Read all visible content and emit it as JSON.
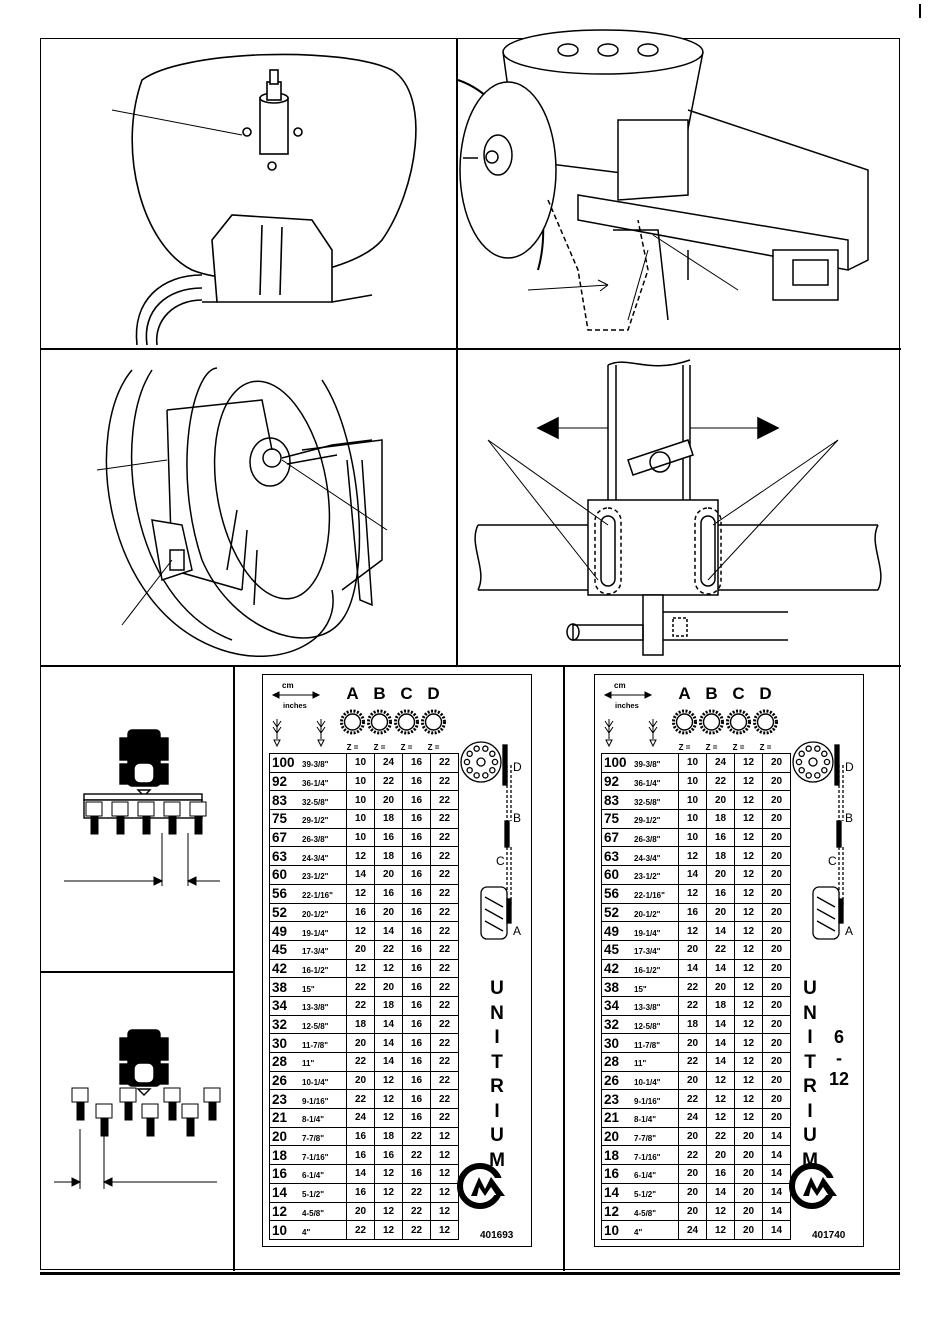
{
  "charts": [
    {
      "unit_cm": "cm",
      "unit_inches": "inches",
      "columns": [
        "A",
        "B",
        "C",
        "D"
      ],
      "z_label": "Z =",
      "rows": [
        [
          "100",
          "39-3/8\"",
          "10",
          "24",
          "16",
          "22"
        ],
        [
          "92",
          "36-1/4\"",
          "10",
          "22",
          "16",
          "22"
        ],
        [
          "83",
          "32-5/8\"",
          "10",
          "20",
          "16",
          "22"
        ],
        [
          "75",
          "29-1/2\"",
          "10",
          "18",
          "16",
          "22"
        ],
        [
          "67",
          "26-3/8\"",
          "10",
          "16",
          "16",
          "22"
        ],
        [
          "63",
          "24-3/4\"",
          "12",
          "18",
          "16",
          "22"
        ],
        [
          "60",
          "23-1/2\"",
          "14",
          "20",
          "16",
          "22"
        ],
        [
          "56",
          "22-1/16\"",
          "12",
          "16",
          "16",
          "22"
        ],
        [
          "52",
          "20-1/2\"",
          "16",
          "20",
          "16",
          "22"
        ],
        [
          "49",
          "19-1/4\"",
          "12",
          "14",
          "16",
          "22"
        ],
        [
          "45",
          "17-3/4\"",
          "20",
          "22",
          "16",
          "22"
        ],
        [
          "42",
          "16-1/2\"",
          "12",
          "12",
          "16",
          "22"
        ],
        [
          "38",
          "15\"",
          "22",
          "20",
          "16",
          "22"
        ],
        [
          "34",
          "13-3/8\"",
          "22",
          "18",
          "16",
          "22"
        ],
        [
          "32",
          "12-5/8\"",
          "18",
          "14",
          "16",
          "22"
        ],
        [
          "30",
          "11-7/8\"",
          "20",
          "14",
          "16",
          "22"
        ],
        [
          "28",
          "11\"",
          "22",
          "14",
          "16",
          "22"
        ],
        [
          "26",
          "10-1/4\"",
          "20",
          "12",
          "16",
          "22"
        ],
        [
          "23",
          "9-1/16\"",
          "22",
          "12",
          "16",
          "22"
        ],
        [
          "21",
          "8-1/4\"",
          "24",
          "12",
          "16",
          "22"
        ],
        [
          "20",
          "7-7/8\"",
          "16",
          "18",
          "22",
          "12"
        ],
        [
          "18",
          "7-1/16\"",
          "16",
          "16",
          "22",
          "12"
        ],
        [
          "16",
          "6-1/4\"",
          "14",
          "12",
          "16",
          "12"
        ],
        [
          "14",
          "5-1/2\"",
          "16",
          "12",
          "22",
          "12"
        ],
        [
          "12",
          "4-5/8\"",
          "20",
          "12",
          "22",
          "12"
        ],
        [
          "10",
          "4\"",
          "22",
          "12",
          "22",
          "12"
        ]
      ],
      "sprocket_labels": [
        "D",
        "B",
        "C",
        "A"
      ],
      "brand_letters": [
        "U",
        "N",
        "I",
        "T",
        "R",
        "I",
        "U",
        "M"
      ],
      "model": [],
      "code": "401693"
    },
    {
      "unit_cm": "cm",
      "unit_inches": "inches",
      "columns": [
        "A",
        "B",
        "C",
        "D"
      ],
      "z_label": "Z =",
      "rows": [
        [
          "100",
          "39-3/8\"",
          "10",
          "24",
          "12",
          "20"
        ],
        [
          "92",
          "36-1/4\"",
          "10",
          "22",
          "12",
          "20"
        ],
        [
          "83",
          "32-5/8\"",
          "10",
          "20",
          "12",
          "20"
        ],
        [
          "75",
          "29-1/2\"",
          "10",
          "18",
          "12",
          "20"
        ],
        [
          "67",
          "26-3/8\"",
          "10",
          "16",
          "12",
          "20"
        ],
        [
          "63",
          "24-3/4\"",
          "12",
          "18",
          "12",
          "20"
        ],
        [
          "60",
          "23-1/2\"",
          "14",
          "20",
          "12",
          "20"
        ],
        [
          "56",
          "22-1/16\"",
          "12",
          "16",
          "12",
          "20"
        ],
        [
          "52",
          "20-1/2\"",
          "16",
          "20",
          "12",
          "20"
        ],
        [
          "49",
          "19-1/4\"",
          "12",
          "14",
          "12",
          "20"
        ],
        [
          "45",
          "17-3/4\"",
          "20",
          "22",
          "12",
          "20"
        ],
        [
          "42",
          "16-1/2\"",
          "14",
          "14",
          "12",
          "20"
        ],
        [
          "38",
          "15\"",
          "22",
          "20",
          "12",
          "20"
        ],
        [
          "34",
          "13-3/8\"",
          "22",
          "18",
          "12",
          "20"
        ],
        [
          "32",
          "12-5/8\"",
          "18",
          "14",
          "12",
          "20"
        ],
        [
          "30",
          "11-7/8\"",
          "20",
          "14",
          "12",
          "20"
        ],
        [
          "28",
          "11\"",
          "22",
          "14",
          "12",
          "20"
        ],
        [
          "26",
          "10-1/4\"",
          "20",
          "12",
          "12",
          "20"
        ],
        [
          "23",
          "9-1/16\"",
          "22",
          "12",
          "12",
          "20"
        ],
        [
          "21",
          "8-1/4\"",
          "24",
          "12",
          "12",
          "20"
        ],
        [
          "20",
          "7-7/8\"",
          "20",
          "22",
          "20",
          "14"
        ],
        [
          "18",
          "7-1/16\"",
          "22",
          "20",
          "20",
          "14"
        ],
        [
          "16",
          "6-1/4\"",
          "20",
          "16",
          "20",
          "14"
        ],
        [
          "14",
          "5-1/2\"",
          "20",
          "14",
          "20",
          "14"
        ],
        [
          "12",
          "4-5/8\"",
          "20",
          "12",
          "20",
          "14"
        ],
        [
          "10",
          "4\"",
          "24",
          "12",
          "20",
          "14"
        ]
      ],
      "sprocket_labels": [
        "D",
        "B",
        "C",
        "A"
      ],
      "brand_letters": [
        "U",
        "N",
        "I",
        "T",
        "R",
        "I",
        "U",
        "M"
      ],
      "model": [
        "6",
        "-",
        "12"
      ],
      "code": "401740"
    }
  ]
}
